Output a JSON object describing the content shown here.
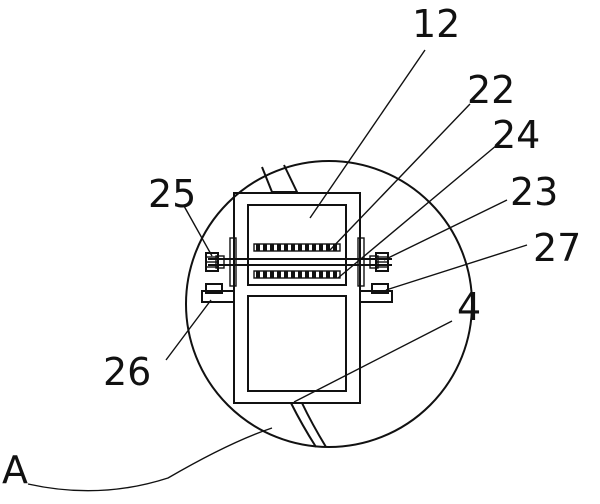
{
  "figure": {
    "labels": {
      "l12": "12",
      "l22": "22",
      "l24": "24",
      "l23": "23",
      "l25": "25",
      "l27": "27",
      "l4": "4",
      "l26": "26",
      "lA": "A"
    },
    "colors": {
      "ink": "#111111",
      "paper": "#ffffff"
    }
  }
}
